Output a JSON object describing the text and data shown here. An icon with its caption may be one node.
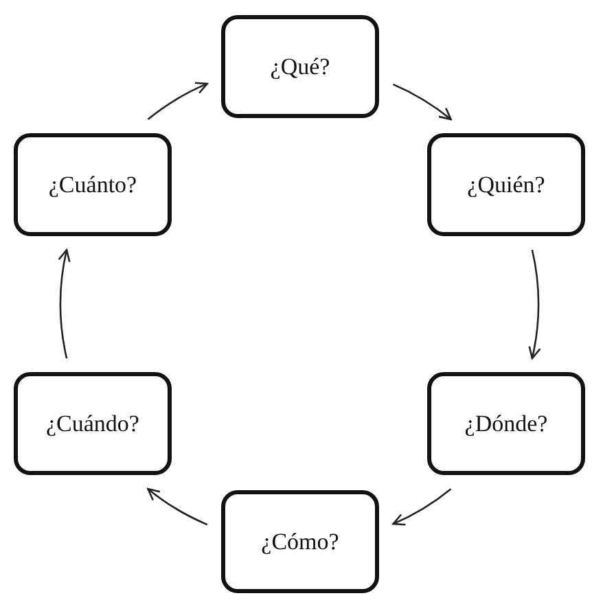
{
  "diagram": {
    "nodes": [
      {
        "text": [
          "¿Qué?"
        ]
      },
      {
        "text": [
          "¿Quién?"
        ]
      },
      {
        "text": [
          "¿Dónde?"
        ]
      },
      {
        "text": [
          "¿Cómo?"
        ]
      },
      {
        "text": [
          "¿Cuándo?"
        ]
      },
      {
        "text": [
          "¿Cuánto?"
        ]
      }
    ],
    "edges": [
      {
        "from": 0,
        "to": 1,
        "arrow": "to"
      },
      {
        "from": 1,
        "to": 2,
        "arrow": "to"
      },
      {
        "from": 2,
        "to": 3,
        "arrow": "to"
      },
      {
        "from": 3,
        "to": 4,
        "arrow": "to"
      },
      {
        "from": 4,
        "to": 5,
        "arrow": "to"
      },
      {
        "from": 5,
        "to": 0,
        "arrow": "to"
      }
    ]
  }
}
